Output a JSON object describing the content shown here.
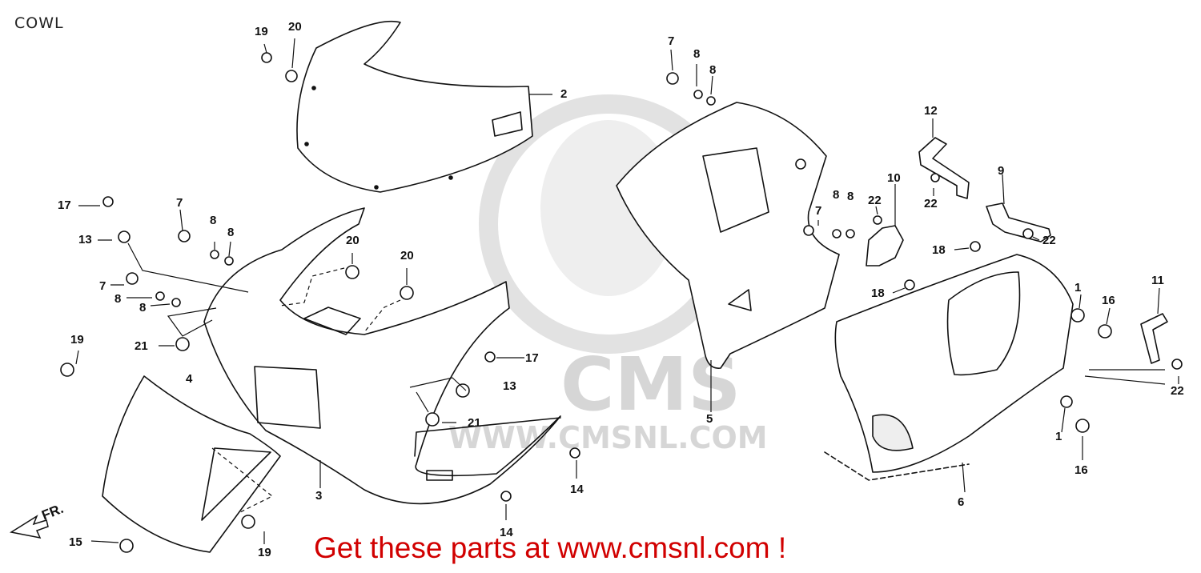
{
  "title": "COWL",
  "promo_text": "Get these parts at www.cmsnl.com !",
  "watermark": {
    "logo": "CMS",
    "url": "WWW.CMSNL.COM",
    "color": "#d9d9d9"
  },
  "front_arrow_label": "FR.",
  "accent_color": "#d10000",
  "callouts": {
    "c19a": "19",
    "c20a": "20",
    "c2": "2",
    "c7a": "7",
    "c8a": "8",
    "c8b": "8",
    "c17a": "17",
    "c13a": "13",
    "c7b": "7",
    "c8c": "8",
    "c8d": "8",
    "c7c": "7",
    "c8e": "8",
    "c8f": "8",
    "c8g": "8",
    "c20b": "20",
    "c20c": "20",
    "c21a": "21",
    "c19b": "19",
    "c4": "4",
    "c17b": "17",
    "c13b": "13",
    "c21b": "21",
    "c14a": "14",
    "c14b": "14",
    "c3": "3",
    "c15": "15",
    "c19c": "19",
    "c12": "12",
    "c22a": "22",
    "c9": "9",
    "c10": "10",
    "c22b": "22",
    "c7d": "7",
    "c22c": "22",
    "c18a": "18",
    "c18b": "18",
    "c1a": "1",
    "c16a": "16",
    "c11": "11",
    "c22d": "22",
    "c1b": "1",
    "c16b": "16",
    "c5": "5",
    "c6": "6"
  }
}
